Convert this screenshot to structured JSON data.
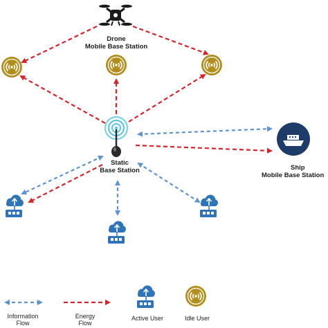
{
  "labels": {
    "drone": {
      "line1": "Drone",
      "line2": "Mobile Base Station"
    },
    "static": {
      "line1": "Static",
      "line2": "Base Station"
    },
    "ship": {
      "line1": "Ship",
      "line2": "Mobile Base Station"
    }
  },
  "legend": {
    "information_flow": {
      "line1": "Information",
      "line2": "Flow"
    },
    "energy_flow": {
      "line1": "Energy",
      "line2": "Flow"
    },
    "active_user": "Active User",
    "idle_user": "Idle User"
  },
  "colors": {
    "information_flow": "#5b93d3",
    "energy_flow": "#d8232a",
    "idle_user": "#b38d1c",
    "active_user": "#2f74b8",
    "ship_circle": "#1d3d68",
    "tower": "#2a2a2a",
    "signal": "#59c8dc",
    "drone": "#1a1a1a"
  },
  "icons": {
    "drone": "drone-icon",
    "static_base_station": "antenna-tower-icon",
    "ship": "ship-icon",
    "idle_user": "idle-user-icon",
    "active_user": "active-user-cloud-router-icon"
  }
}
